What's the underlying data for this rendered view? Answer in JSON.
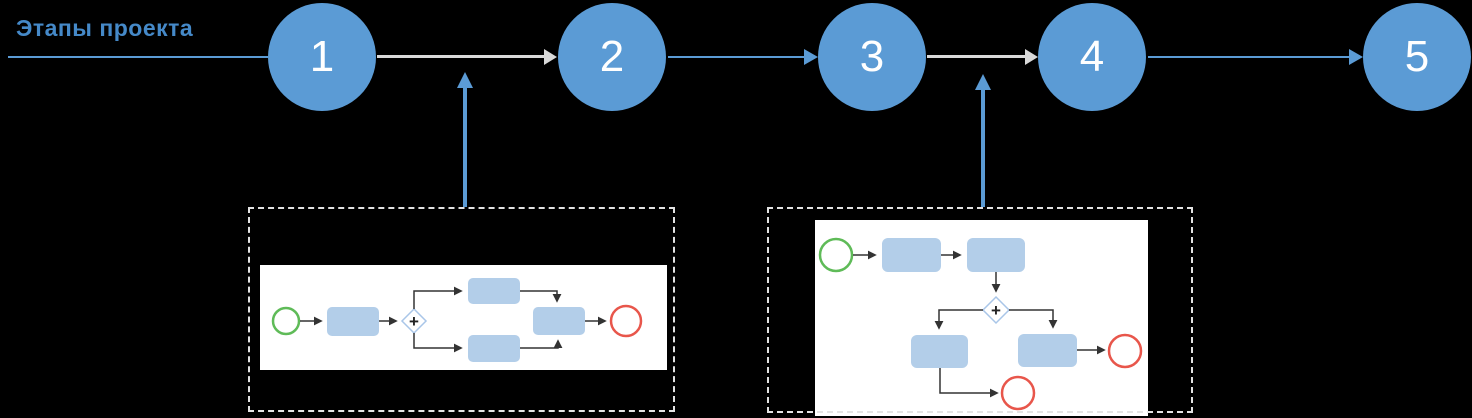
{
  "title": {
    "label": "Этапы проекта"
  },
  "stages": [
    {
      "number": "1"
    },
    {
      "number": "2"
    },
    {
      "number": "3"
    },
    {
      "number": "4"
    },
    {
      "number": "5"
    }
  ],
  "stage_connectors": [
    {
      "from": "1",
      "to": "2",
      "style": "gray"
    },
    {
      "from": "2",
      "to": "3",
      "style": "blue"
    },
    {
      "from": "3",
      "to": "4",
      "style": "gray"
    },
    {
      "from": "4",
      "to": "5",
      "style": "blue"
    }
  ],
  "callouts": [
    {
      "name": "process-detail-1",
      "points_between": "1-2",
      "gateway_symbol": "+",
      "elements": [
        "start-event",
        "task",
        "parallel-gateway",
        "task",
        "task",
        "task",
        "end-event"
      ]
    },
    {
      "name": "process-detail-2",
      "points_between": "3-4",
      "gateway_symbol": "+",
      "elements": [
        "start-event",
        "task",
        "task",
        "parallel-gateway",
        "task",
        "task",
        "end-event",
        "end-event"
      ]
    }
  ],
  "colors": {
    "background": "#000000",
    "stage_fill": "#5B9BD5",
    "stage_number": "#FFFFFF",
    "title_text": "#4589C8",
    "connector_blue": "#5B9BD5",
    "connector_gray": "#D9D9D9",
    "dashed_border": "#E3E3E3",
    "panel_background": "#FFFFFF",
    "task_fill": "#B3CEE9",
    "gateway_stroke": "#A9C6E8",
    "start_event_stroke": "#5FBB58",
    "end_event_stroke": "#E8564B",
    "flow_arrow": "#333333"
  }
}
